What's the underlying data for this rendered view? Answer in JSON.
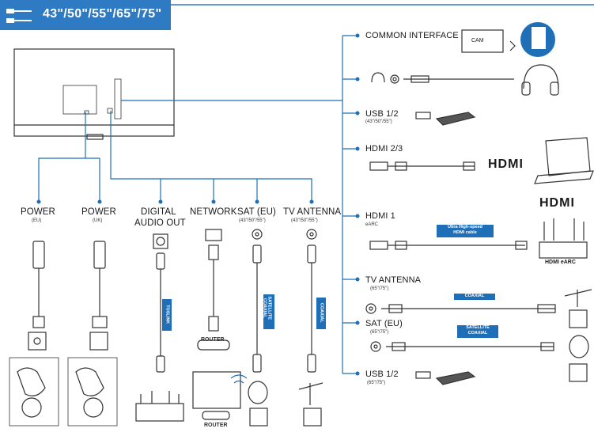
{
  "header": {
    "sizes": "43\"/50\"/55\"/65\"/75\""
  },
  "bottom_ports": [
    {
      "id": "power_eu",
      "label": "POWER",
      "sub": "(EU)"
    },
    {
      "id": "power_uk",
      "label": "POWER",
      "sub": "(UK)"
    },
    {
      "id": "digital_audio",
      "label": "DIGITAL",
      "label2": "AUDIO OUT",
      "cable": "TOSLINK"
    },
    {
      "id": "network",
      "label": "NETWORK",
      "device": "ROUTER",
      "device2": "ROUTER"
    },
    {
      "id": "sat_eu",
      "label": "SAT (EU)",
      "sub": "(43\"/50\"/55\")",
      "cable": "SATELLITE",
      "cable2": "COAXIAL"
    },
    {
      "id": "tv_antenna",
      "label": "TV ANTENNA",
      "sub": "(43\"/50\"/55\")",
      "cable": "COAXIAL"
    }
  ],
  "side_ports": [
    {
      "id": "common_interface",
      "label": "COMMON INTERFACE",
      "device": "CAM"
    },
    {
      "id": "headphone",
      "label": ""
    },
    {
      "id": "usb_top",
      "label": "USB 1/2",
      "sub": "(43\"/50\"/55\")"
    },
    {
      "id": "hdmi23",
      "label": "HDMI 2/3",
      "logo": "HDMI"
    },
    {
      "id": "hdmi1",
      "label": "HDMI 1",
      "sub": "eARC",
      "cable": "Ultra High-speed",
      "cable2": "HDMI cable",
      "logo": "HDMI",
      "device": "HDMI eARC"
    },
    {
      "id": "tv_antenna_side",
      "label": "TV ANTENNA",
      "sub": "(65\"/75\")",
      "cable": "COAXIAL"
    },
    {
      "id": "sat_side",
      "label": "SAT (EU)",
      "sub": "(65\"/75\")",
      "cable": "SATELLITE",
      "cable2": "COAXIAL"
    },
    {
      "id": "usb_bottom",
      "label": "USB 1/2",
      "sub": "(65\"/75\")"
    }
  ],
  "colors": {
    "accent": "#2e7bc4",
    "line": "#1f6fb8",
    "ink": "#333333"
  }
}
